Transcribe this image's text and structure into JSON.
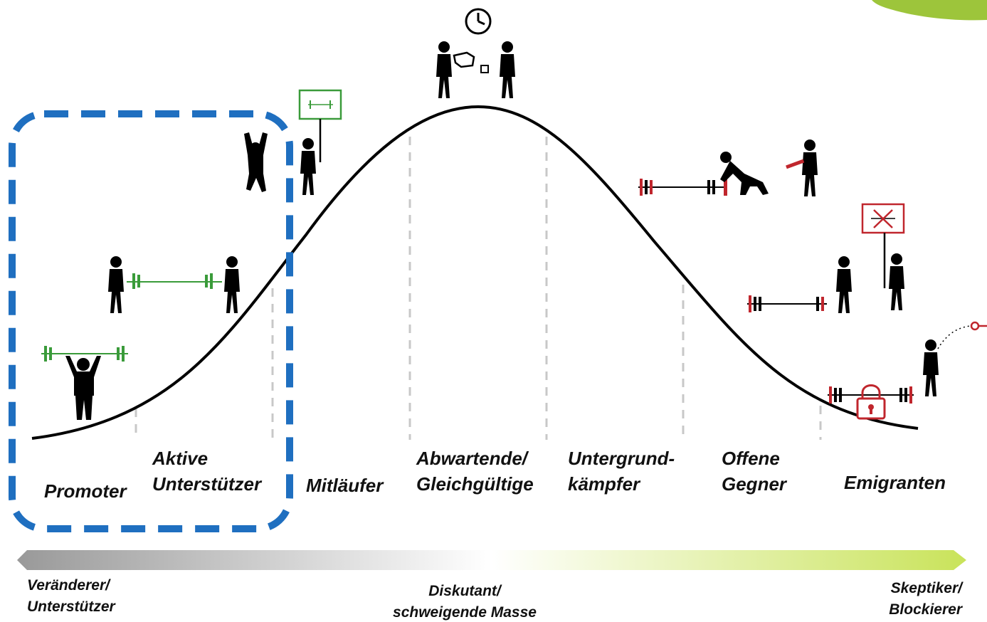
{
  "segments": [
    {
      "id": "promoter",
      "label": "Promoter"
    },
    {
      "id": "aktive",
      "label": "Aktive\nUnterstützer"
    },
    {
      "id": "mitlaeufer",
      "label": "Mitläufer"
    },
    {
      "id": "abwartende",
      "label": "Abwartende/\nGleichgültige"
    },
    {
      "id": "untergrund",
      "label": "Untergrund-\nkämpfer"
    },
    {
      "id": "offene",
      "label": "Offene\nGegner"
    },
    {
      "id": "emigranten",
      "label": "Emigranten"
    }
  ],
  "axis": {
    "left_label": "Veränderer/\nUnterstützer",
    "center_label": "Diskutant/\nschweigende Masse",
    "right_label": "Skeptiker/\nBlockierer"
  },
  "colors": {
    "curve": "#000000",
    "divider": "#c8c8c8",
    "highlight": "#1f6fc0",
    "supporter_green": "#3a9b3a",
    "opponent_red": "#c0262d",
    "arrow_left": "#999999",
    "arrow_right": "#c9e35a",
    "corner_green": "#9dc53b"
  },
  "icons": [
    "weightlifter-icon",
    "carry-barbell-icon",
    "jumping-person-icon",
    "sign-holder-icon",
    "clock-icon",
    "coffee-pour-icon",
    "coffee-drinker-icon",
    "barbell-pusher-icon",
    "walker-with-bar-icon",
    "kicking-person-icon",
    "crossed-sign-holder-icon",
    "locked-barbell-icon",
    "leaving-person-icon"
  ]
}
